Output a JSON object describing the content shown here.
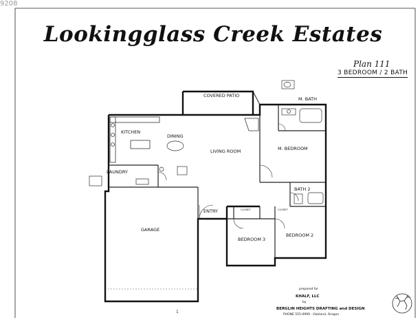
{
  "corner_mark": "9208",
  "title": "Lookingglass Creek Estates",
  "plan": {
    "number": "Plan 111",
    "type": "3 BEDROOM / 2 BATH"
  },
  "rooms": {
    "covered_patio": "COVERED PATIO",
    "master_bath": "M. BATH",
    "kitchen": "KITCHEN",
    "dining": "DINING",
    "living_room": "LIVING ROOM",
    "master_bedroom": "M. BEDROOM",
    "laundry": "LAUNDRY",
    "bath_2": "BATH 2",
    "garage": "GARAGE",
    "entry": "ENTRY",
    "closet_1": "CLOSET",
    "closet_2": "CLOSET",
    "bedroom_2": "BEDROOM 2",
    "bedroom_3": "BEDROOM 3"
  },
  "credits": {
    "line1": "prepared for",
    "line2": "KHALF, LLC",
    "line3": "by",
    "line4": "BERGLIN HEIGHTS DRAFTING and DESIGN",
    "line5": "PHONE 555-0999 · Oakland, Oregon"
  },
  "page_number": "1"
}
